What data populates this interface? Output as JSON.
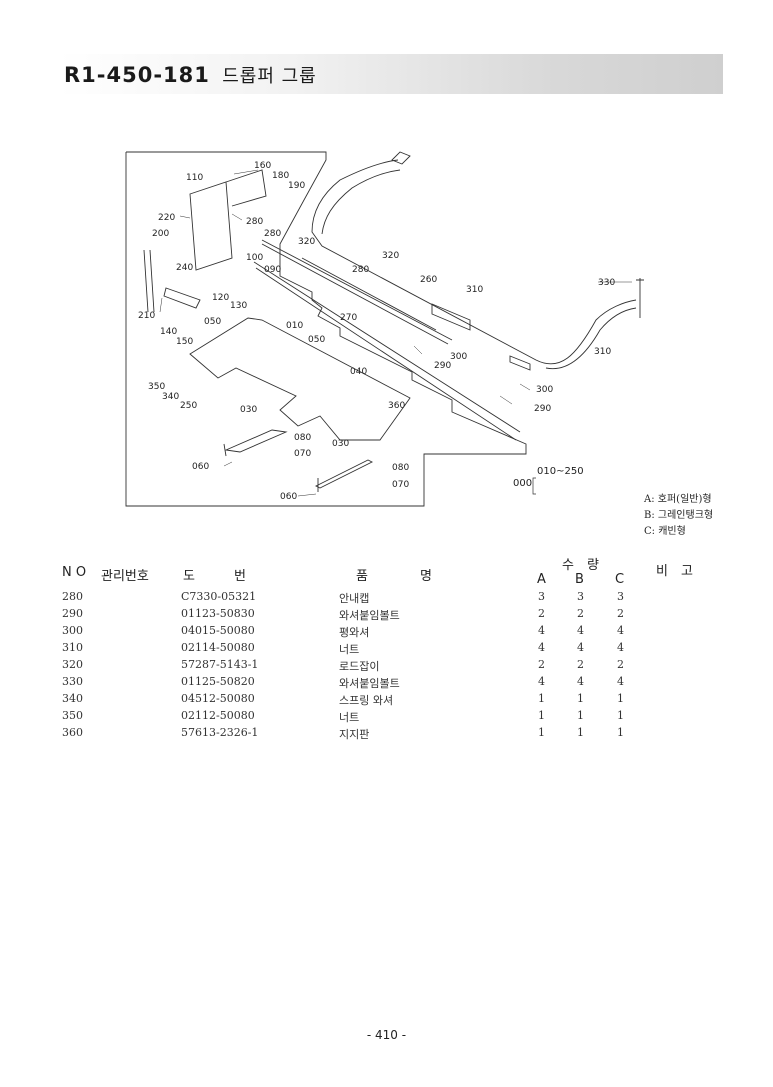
{
  "header": {
    "code": "R1-450-181",
    "name": "드롭퍼 그룹"
  },
  "diagram": {
    "callouts": [
      "160",
      "180",
      "190",
      "110",
      "220",
      "280",
      "200",
      "280",
      "320",
      "100",
      "090",
      "320",
      "240",
      "280",
      "260",
      "310",
      "330",
      "120",
      "130",
      "210",
      "050",
      "010",
      "270",
      "140",
      "150",
      "050",
      "300",
      "290",
      "310",
      "040",
      "350",
      "340",
      "250",
      "030",
      "360",
      "300",
      "290",
      "080",
      "070",
      "030",
      "060",
      "080",
      "070",
      "060"
    ],
    "code_range": "010~250",
    "code_base": "000"
  },
  "legend": {
    "a": "A: 호퍼(일반)형",
    "b": "B: 그레인탱크형",
    "c": "C: 캐빈형"
  },
  "table": {
    "headers": {
      "no": "N O",
      "mgmt": "관리번호",
      "drawing": "도　　　번",
      "part": "품　　　　명",
      "qty": "수　량",
      "a": "A",
      "b": "B",
      "c": "C",
      "remark": "비　고"
    },
    "rows": [
      {
        "no": "280",
        "drawing": "C7330-05321",
        "part": "안내캡",
        "a": "3",
        "b": "3",
        "c": "3"
      },
      {
        "no": "290",
        "drawing": "01123-50830",
        "part": "와셔붙임볼트",
        "a": "2",
        "b": "2",
        "c": "2"
      },
      {
        "no": "300",
        "drawing": "04015-50080",
        "part": "평와셔",
        "a": "4",
        "b": "4",
        "c": "4"
      },
      {
        "no": "310",
        "drawing": "02114-50080",
        "part": "너트",
        "a": "4",
        "b": "4",
        "c": "4"
      },
      {
        "no": "320",
        "drawing": "57287-5143-1",
        "part": "로드잡이",
        "a": "2",
        "b": "2",
        "c": "2"
      },
      {
        "no": "330",
        "drawing": "01125-50820",
        "part": "와셔붙임볼트",
        "a": "4",
        "b": "4",
        "c": "4"
      },
      {
        "no": "340",
        "drawing": "04512-50080",
        "part": "스프링 와셔",
        "a": "1",
        "b": "1",
        "c": "1"
      },
      {
        "no": "350",
        "drawing": "02112-50080",
        "part": "너트",
        "a": "1",
        "b": "1",
        "c": "1"
      },
      {
        "no": "360",
        "drawing": "57613-2326-1",
        "part": "지지판",
        "a": "1",
        "b": "1",
        "c": "1"
      }
    ]
  },
  "footer": {
    "page": "- 410 -"
  }
}
